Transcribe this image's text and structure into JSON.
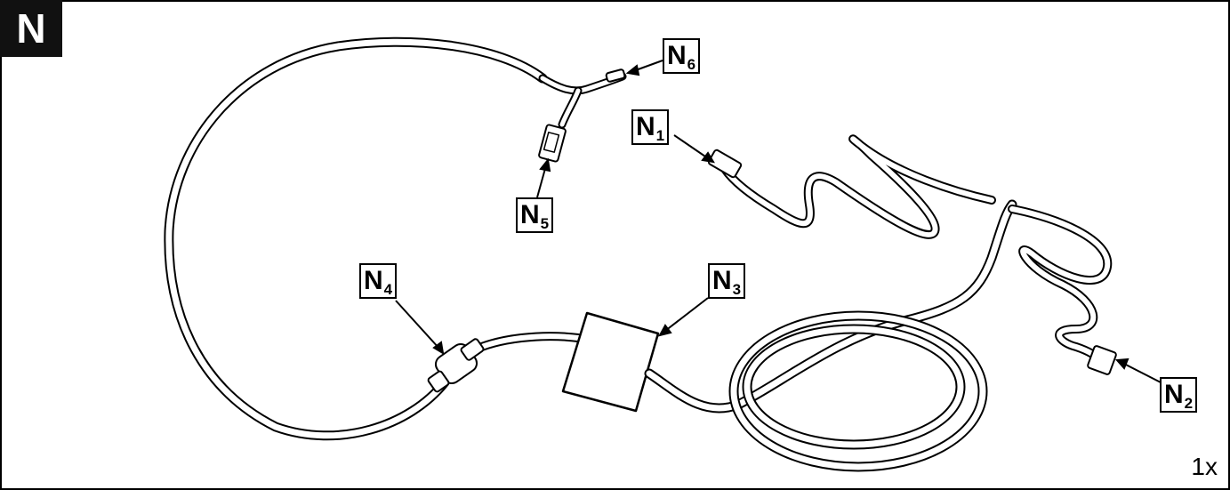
{
  "section_label": "N",
  "quantity": "1x",
  "callouts": [
    {
      "id": "n1",
      "letter": "N",
      "number": "1"
    },
    {
      "id": "n2",
      "letter": "N",
      "number": "2"
    },
    {
      "id": "n3",
      "letter": "N",
      "number": "3"
    },
    {
      "id": "n4",
      "letter": "N",
      "number": "4"
    },
    {
      "id": "n5",
      "letter": "N",
      "number": "5"
    },
    {
      "id": "n6",
      "letter": "N",
      "number": "6"
    }
  ],
  "colors": {
    "line": "#000000",
    "badge_bg": "#111111",
    "badge_text": "#ffffff",
    "background": "#ffffff"
  }
}
